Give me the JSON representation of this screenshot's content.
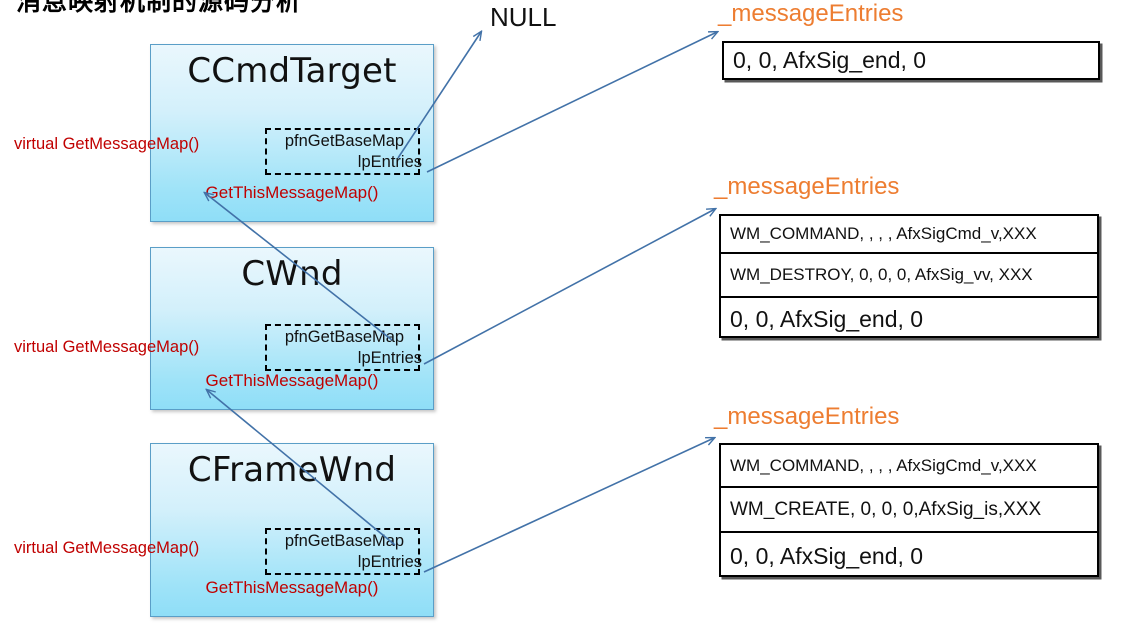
{
  "title": "消息映射机制的源码分析",
  "null_label": "NULL",
  "colors": {
    "class_border": "#5a9ec7",
    "class_fill_top": "#eaf7fd",
    "class_fill_bottom": "#8fdef7",
    "red_text": "#c00000",
    "orange_text": "#ED7D31",
    "arrow": "#4272A8",
    "table_border": "#000000"
  },
  "classes": [
    {
      "name": "CCmdTarget",
      "virtual_label": "virtual  GetMessageMap()",
      "get_this_label": "GetThisMessageMap()",
      "struct": {
        "line1": "pfnGetBaseMap",
        "line2": "lpEntries"
      }
    },
    {
      "name": "CWnd",
      "virtual_label": "virtual  GetMessageMap()",
      "get_this_label": "GetThisMessageMap()",
      "struct": {
        "line1": "pfnGetBaseMap",
        "line2": "lpEntries"
      }
    },
    {
      "name": "CFrameWnd",
      "virtual_label": "virtual  GetMessageMap()",
      "get_this_label": "GetThisMessageMap()",
      "struct": {
        "line1": "pfnGetBaseMap",
        "line2": "lpEntries"
      }
    }
  ],
  "entry_tables": [
    {
      "label": "_messageEntries",
      "rows": [
        {
          "text": "0, 0, AfxSig_end, 0",
          "size": "sz-l"
        }
      ]
    },
    {
      "label": "_messageEntries",
      "rows": [
        {
          "text": "WM_COMMAND, , , , AfxSigCmd_v,XXX",
          "size": "sz-s"
        },
        {
          "text": "WM_DESTROY, 0, 0, 0, AfxSig_vv, XXX",
          "size": "sz-s"
        },
        {
          "text": "0, 0, AfxSig_end, 0",
          "size": "sz-l"
        }
      ]
    },
    {
      "label": "_messageEntries",
      "rows": [
        {
          "text": "WM_COMMAND, , , , AfxSigCmd_v,XXX",
          "size": "sz-s"
        },
        {
          "text": "WM_CREATE, 0, 0, 0,AfxSig_is,XXX",
          "size": "sz-m"
        },
        {
          "text": "0, 0, AfxSig_end, 0",
          "size": "sz-l"
        }
      ]
    }
  ]
}
